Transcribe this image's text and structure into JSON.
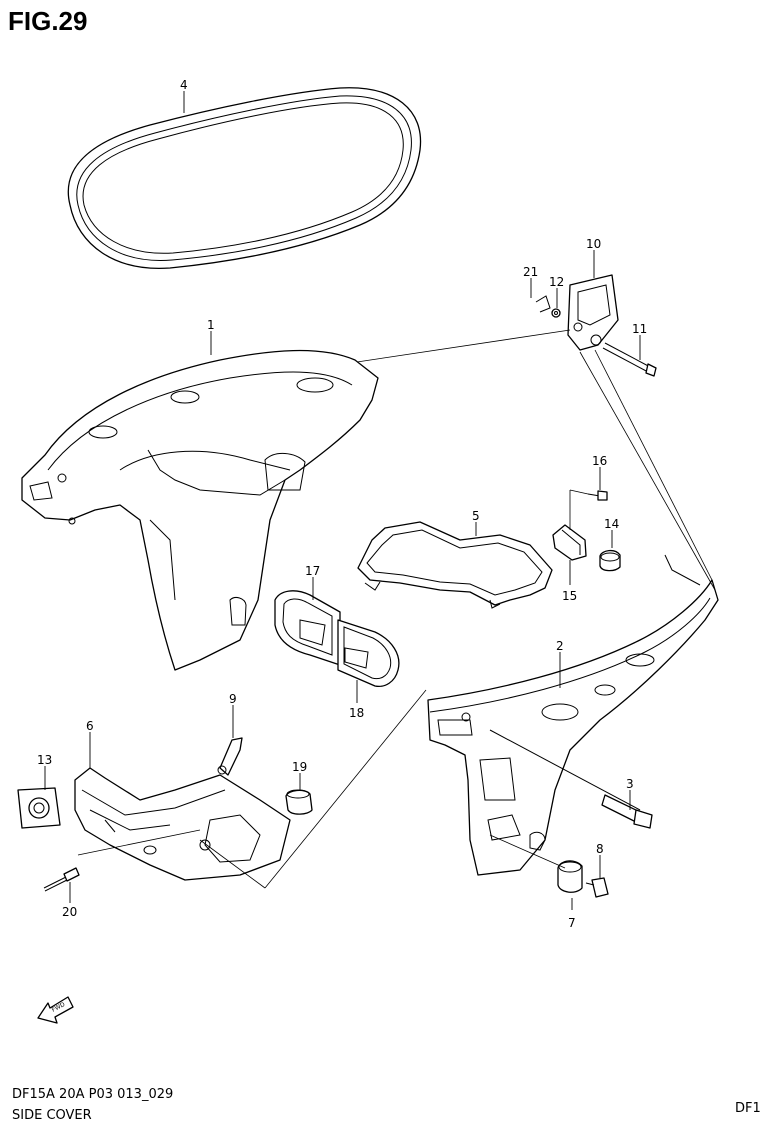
{
  "figure": {
    "title": "FIG.29",
    "model_code": "DF15A 20A P03 013_029",
    "section_name": "SIDE COVER",
    "corner_code": "DF1"
  },
  "callouts": [
    "1",
    "2",
    "3",
    "4",
    "5",
    "6",
    "7",
    "8",
    "9",
    "10",
    "11",
    "12",
    "13",
    "14",
    "15",
    "16",
    "17",
    "18",
    "19",
    "20",
    "21"
  ],
  "icons": {
    "direction_arrow": "forward-arrow-icon"
  }
}
